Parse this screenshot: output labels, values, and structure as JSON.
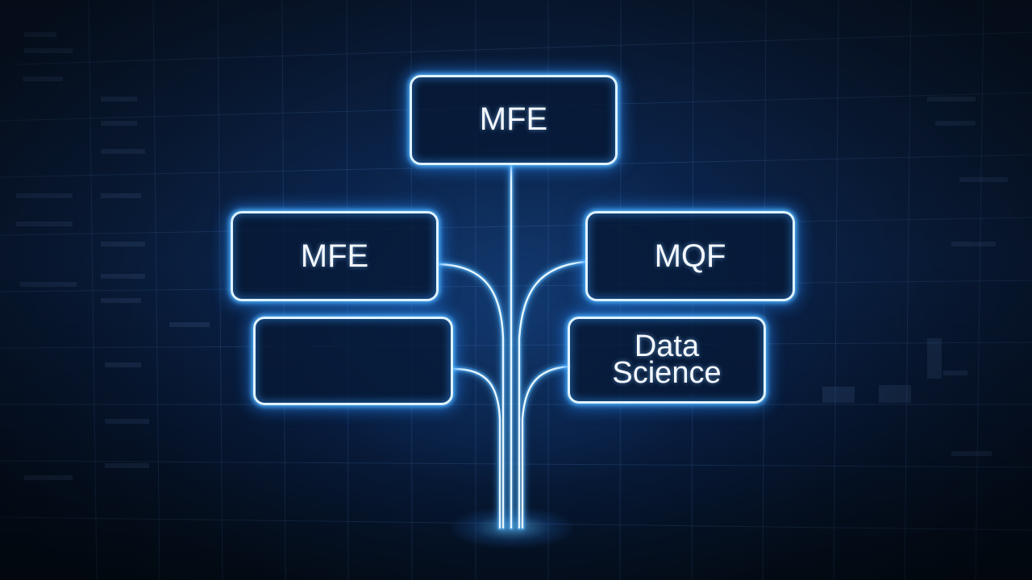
{
  "diagram": {
    "nodes": {
      "top": {
        "label": "MFE"
      },
      "left_upper": {
        "label": "MFE"
      },
      "right_upper": {
        "label": "MQF"
      },
      "left_lower": {
        "label": ""
      },
      "right_lower": {
        "label_line1": "Data",
        "label_line2": "Science"
      }
    }
  },
  "colors": {
    "background": "#0a1c38",
    "glow": "#3fa6ff",
    "border": "#dff3ff",
    "text": "#f4f8ff"
  }
}
